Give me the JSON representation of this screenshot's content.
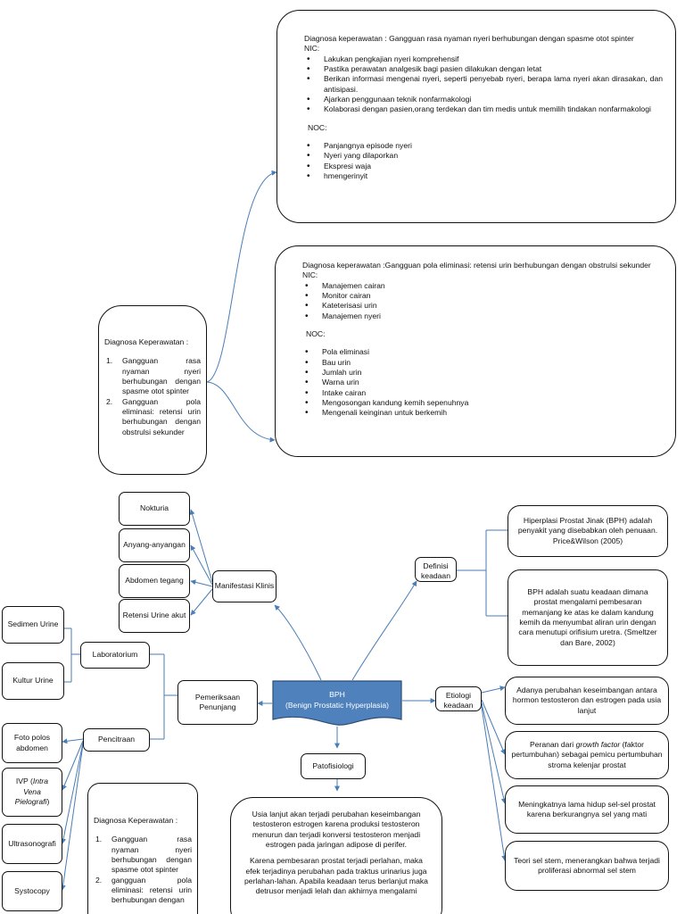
{
  "nyeri_box": {
    "title": "Diagnosa keperawatan : Gangguan rasa nyaman nyeri berhubungan dengan spasme otot spinter",
    "nic_label": "NIC:",
    "nic_items": [
      "Lakukan pengkajian nyeri komprehensif",
      "Pastika perawatan analgesik bagi pasien dilakukan dengan letat",
      "Berikan informasi mengenai nyeri, seperti penyebab nyeri, berapa lama nyeri akan dirasakan, dan antisipasi.",
      "Ajarkan penggunaan teknik nonfarmakologi",
      "Kolaborasi dengan pasien,orang terdekan dan tim medis untuk memilih tindakan nonfarmakologi"
    ],
    "noc_label": "NOC:",
    "noc_items": [
      "Panjangnya episode nyeri",
      "Nyeri yang dilaporkan",
      "Ekspresi waja",
      "hmengerinyit"
    ]
  },
  "eliminasi_box": {
    "title": "Diagnosa keperawatan :Gangguan pola eliminasi: retensi urin berhubungan dengan obstrulsi sekunder",
    "nic_label": "NIC:",
    "nic_items": [
      "Manajemen cairan",
      "Monitor cairan",
      "Kateterisasi urin",
      "Manajemen nyeri"
    ],
    "noc_label": "NOC:",
    "noc_items": [
      "Pola eliminasi",
      "Bau urin",
      "Jumlah urin",
      "Warna urin",
      "Intake cairan",
      "Mengosongan kandung kemih sepenuhnya",
      "Mengenali keinginan untuk berkemih"
    ]
  },
  "diagnosa_upper": {
    "title": "Diagnosa Keperawatan :",
    "items": [
      "Gangguan rasa nyaman nyeri berhubungan dengan spasme otot spinter",
      "Gangguan pola eliminasi: retensi urin berhubungan dengan obstrulsi sekunder"
    ]
  },
  "diagnosa_lower": {
    "title": "Diagnosa Keperawatan :",
    "items": [
      "Gangguan rasa nyaman nyeri berhubungan dengan spasme otot spinter",
      "gangguan pola eliminasi: retensi urin berhubungan dengan"
    ]
  },
  "manifestasi": {
    "label": "Manifestasi Klinis",
    "items": [
      "Nokturia",
      "Anyang-anyangan",
      "Abdomen tegang",
      "Retensi Urine akut"
    ]
  },
  "pemeriksaan": {
    "label": "Pemeriksaan Penunjang"
  },
  "laboratorium": {
    "label": "Laboratorium",
    "items": [
      "Sedimen Urine",
      "Kultur Urine"
    ]
  },
  "pencitraan": {
    "label": "Pencitraan",
    "foto_polos": "Foto polos abdomen",
    "ivp_prefix": "IVP (",
    "ivp_italic": "Intra Vena Pielografi",
    "ivp_suffix": ")",
    "ultrasonografi": "Ultrasonografi",
    "systocopy": "Systocopy"
  },
  "bph": {
    "line1": "BPH",
    "line2": "(Benign Prostatic Hyperplasia)",
    "fill": "#4f81bd"
  },
  "patofisiologi": {
    "label": "Patofisiologi",
    "para1": "Usia lanjut akan terjadi perubahan keseimbangan testosteron estrogen karena produksi testosteron menurun dan terjadi konversi testosteron menjadi estrogen pada jaringan adipose di perifer.",
    "para2": "Karena pembesaran prostat terjadi perlahan, maka efek terjadinya perubahan pada traktus urinarius juga perlahan-lahan. Apabila keadaan terus berlanjut maka detrusor menjadi lelah dan akhirnya mengalami"
  },
  "definisi": {
    "label": "Definisi keadaan",
    "item1": "Hiperplasi Prostat Jinak (BPH) adalah penyakit yang disebabkan oleh penuaan. Price&Wilson (2005)",
    "item2": "BPH adalah suatu keadaan dimana prostat mengalami pembesaran memanjang ke atas ke dalam kandung kemih da menyumbat aliran urin dengan cara menutupi orifisium uretra. (Smeltzer dan Bare, 2002)"
  },
  "etiologi": {
    "label": "Etiologi keadaan",
    "item1": "Adanya perubahan keseimbangan antara hormon testosteron dan estrogen pada usia lanjut",
    "item2_prefix": "Peranan dari ",
    "item2_italic": "growth factor",
    "item2_suffix": " (faktor pertumbuhan) sebagai pemicu pertumbuhan stroma kelenjar prostat",
    "item3": "Meningkatnya lama hidup sel-sel prostat karena berkurangnya sel yang mati",
    "item4": "Teori sel stem, menerangkan bahwa terjadi proliferasi abnormal sel stem"
  },
  "colors": {
    "connector": "#4a7eb5",
    "border": "#111111",
    "banner": "#4f81bd"
  }
}
